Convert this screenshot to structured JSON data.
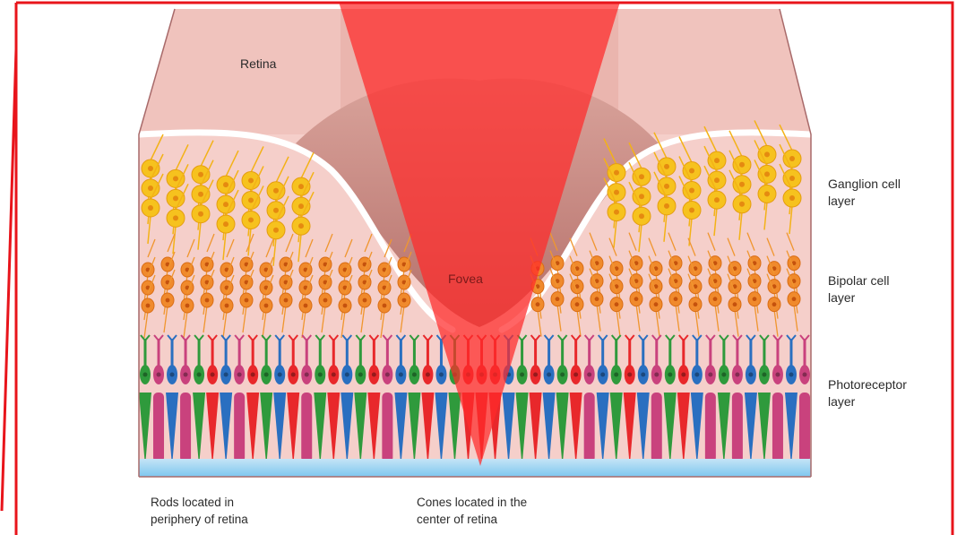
{
  "labels": {
    "retina": "Retina",
    "fovea": "Fovea",
    "ganglion": "Ganglion cell\nlayer",
    "bipolar": "Bipolar cell\nlayer",
    "photoreceptor": "Photoreceptor\nlayer",
    "rods": "Rods located in\nperiphery of retina",
    "cones": "Cones located in the\ncenter of retina"
  },
  "colors": {
    "frame": "#e8141b",
    "highlight": "#ff2a2a",
    "retina_tissue": "#f3c6c2",
    "ganglion_cell": "#f6c21e",
    "bipolar_cell": "#f08a2c",
    "rod": "#c9427d",
    "cone_red": "#e8282b",
    "cone_green": "#2f9a3c",
    "cone_blue": "#2a6fc0",
    "base": "#8fd0f2"
  },
  "photoreceptor_sequence": [
    "green",
    "pink",
    "blue",
    "pink",
    "green",
    "red",
    "blue",
    "pink",
    "red",
    "green",
    "blue",
    "red",
    "pink",
    "green",
    "red",
    "blue",
    "green",
    "red",
    "pink",
    "blue",
    "green",
    "red",
    "blue",
    "green",
    "red",
    "red",
    "red",
    "blue",
    "green",
    "red",
    "blue",
    "green",
    "red",
    "pink",
    "blue",
    "green",
    "red",
    "blue",
    "pink",
    "green",
    "red",
    "blue",
    "pink",
    "green",
    "pink",
    "blue",
    "green",
    "pink",
    "blue",
    "pink"
  ]
}
